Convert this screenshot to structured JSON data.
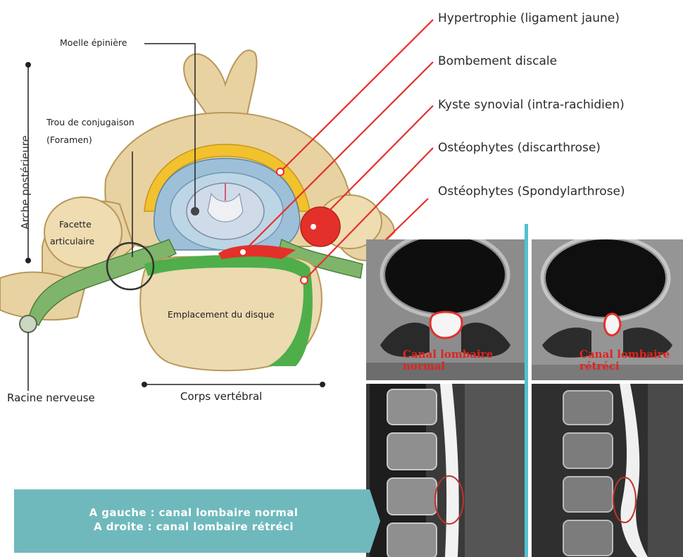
{
  "labels": {
    "moelle": "Moelle épinière",
    "trou_line1": "Trou de conjugaison",
    "trou_line2": "(Foramen)",
    "arche": "Arche postérieure",
    "facette_line1": "Facette",
    "facette_line2": "articulaire",
    "disque": "Emplacement du disque",
    "racine": "Racine nerveuse",
    "corps": "Corps vertébral"
  },
  "right_labels": [
    "Hypertrophie (ligament jaune)",
    "Bombement discale",
    "Kyste synovial (intra-rachidien)",
    "Ostéophytes (discarthrose)",
    "Ostéophytes (Spondylarthrose)"
  ],
  "mri": {
    "normal_caption_line1": "Canal lombaire",
    "normal_caption_line2": "normal",
    "narrow_caption_line1": "Canal lombaire",
    "narrow_caption_line2": "rétréci"
  },
  "banner": {
    "line1": "A gauche : canal lombaire normal",
    "line2": "A droite : canal lombaire rétréci"
  },
  "colors": {
    "bone": "#e8d2a2",
    "bone_dark": "#c9ad72",
    "ligament_yellow": "#f2c12e",
    "green": "#4fae4a",
    "red": "#e4302a",
    "divider": "#4fc3cf",
    "banner": "#6fb9bd"
  }
}
